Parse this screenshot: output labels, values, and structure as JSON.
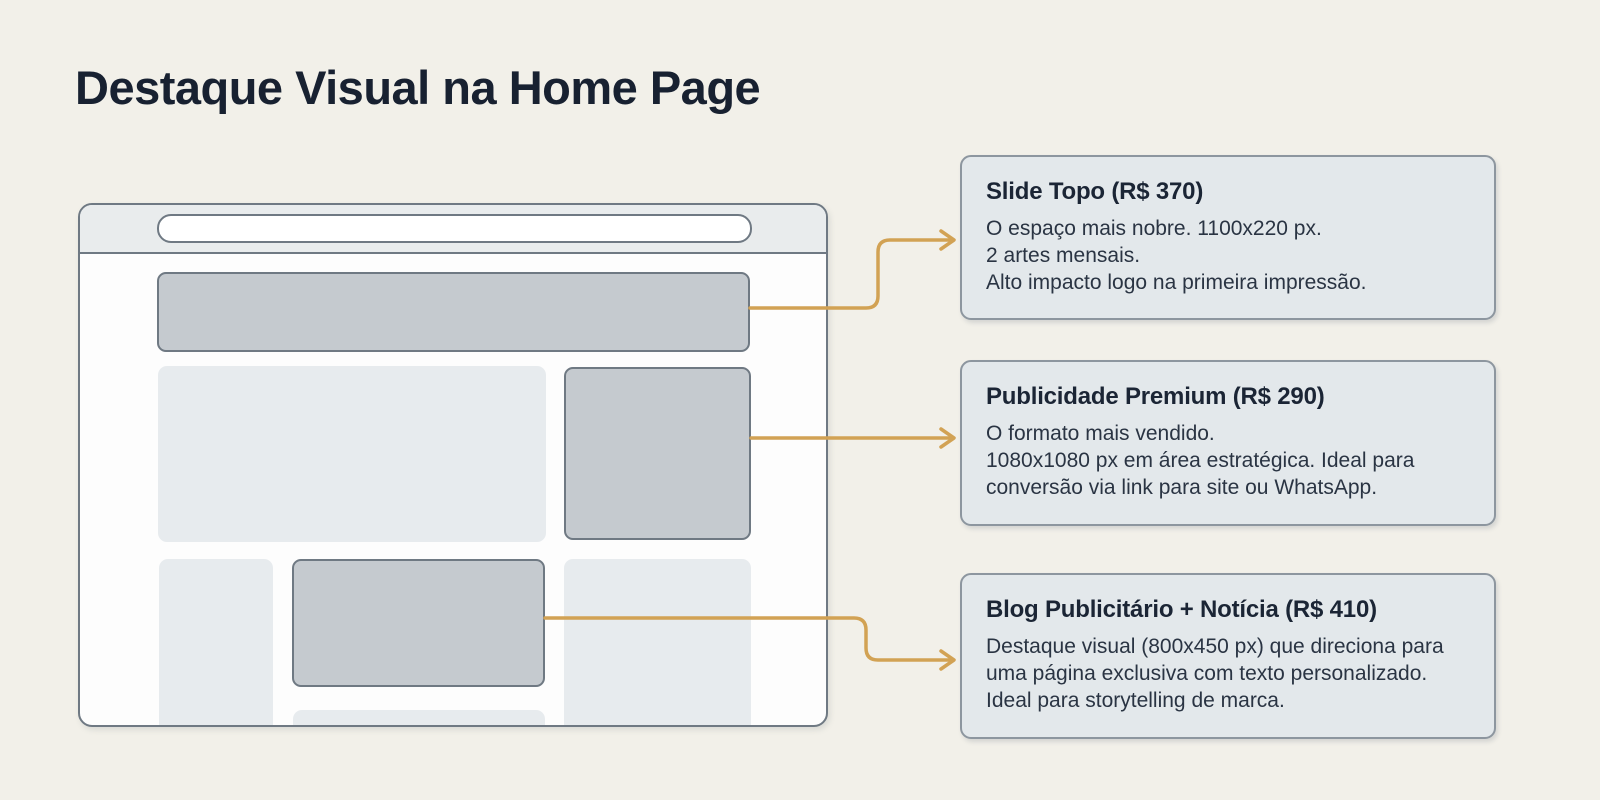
{
  "title": "Destaque Visual na Home Page",
  "colors": {
    "background": "#f2f0e9",
    "title_text": "#182131",
    "arrow": "#d2a254",
    "callout_bg": "#e3e8eb",
    "callout_border": "#8d969f",
    "callout_title": "#1b2535",
    "callout_body": "#2a3443",
    "wire_dark": "#c5cacf",
    "wire_light": "#e7ebee",
    "wire_border": "#6f7983"
  },
  "callouts": [
    {
      "title": "Slide Topo (R$ 370)",
      "lines": [
        "O espaço mais nobre. 1100x220 px.",
        "2 artes mensais.",
        "Alto impacto logo na primeira impressão."
      ]
    },
    {
      "title": "Publicidade Premium (R$ 290)",
      "lines": [
        "O formato mais vendido.",
        "1080x1080 px em área estratégica. Ideal para conversão via link para site ou WhatsApp."
      ]
    },
    {
      "title": "Blog Publicitário + Notícia (R$ 410)",
      "lines": [
        "Destaque visual (800x450 px) que direciona para uma página exclusiva com texto personalizado. Ideal para storytelling de marca."
      ]
    }
  ]
}
